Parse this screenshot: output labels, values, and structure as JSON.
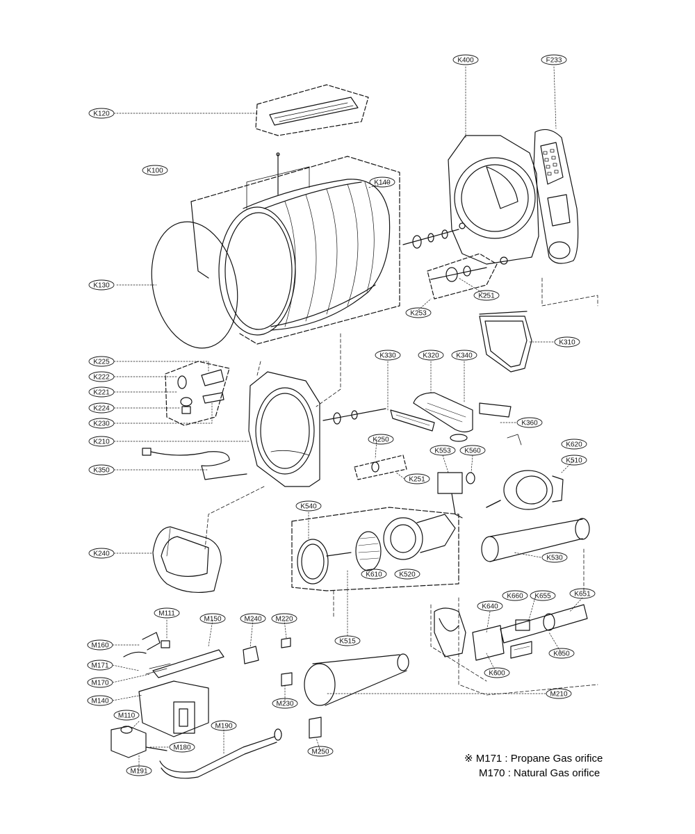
{
  "labels": {
    "K120": "K120",
    "K100": "K100",
    "K140": "K140",
    "K130": "K130",
    "K400": "K400",
    "F233": "F233",
    "K251a": "K251",
    "K253": "K253",
    "K310": "K310",
    "K225": "K225",
    "K222": "K222",
    "K221": "K221",
    "K224": "K224",
    "K230": "K230",
    "K210": "K210",
    "K350": "K350",
    "K330": "K330",
    "K320": "K320",
    "K340": "K340",
    "K360": "K360",
    "K250": "K250",
    "K251b": "K251",
    "K553": "K553",
    "K560": "K560",
    "K620": "K620",
    "K510": "K510",
    "K540": "K540",
    "K240": "K240",
    "K610": "K610",
    "K520": "K520",
    "K530": "K530",
    "K515": "K515",
    "M111": "M111",
    "M150": "M150",
    "M240": "M240",
    "M220": "M220",
    "M160": "M160",
    "M171": "M171",
    "M170": "M170",
    "M140": "M140",
    "M110": "M110",
    "M180": "M180",
    "M190": "M190",
    "M191": "M191",
    "M230": "M230",
    "M250": "M250",
    "M210": "M210",
    "K640": "K640",
    "K660": "K660",
    "K655": "K655",
    "K651": "K651",
    "K650": "K650",
    "K600": "K600"
  },
  "notes": {
    "line1": "※ M171 : Propane Gas orifice",
    "line2": "M170 : Natural Gas orifice"
  }
}
